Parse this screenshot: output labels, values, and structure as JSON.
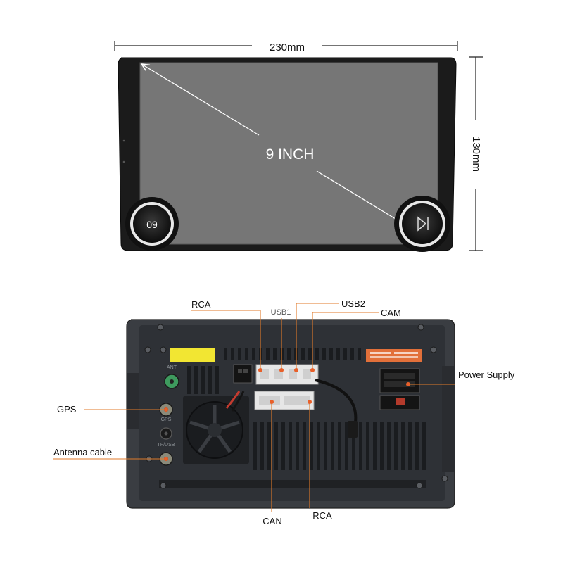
{
  "front_view": {
    "width_label": "230mm",
    "height_label": "130mm",
    "screen_size_label": "9 INCH",
    "left_knob_text": "09"
  },
  "back_view": {
    "callouts": {
      "rca_top": "RCA",
      "usb1": "USB1",
      "usb2": "USB2",
      "cam": "CAM",
      "power_supply": "Power Supply",
      "gps": "GPS",
      "antenna_cable": "Antenna cable",
      "can": "CAN",
      "rca_bottom": "RCA"
    },
    "port_labels": {
      "ant": "ANT",
      "gps_port": "GPS",
      "tf": "TF/USB"
    },
    "colors": {
      "callout_line": "#e07a2a",
      "callout_dot": "#e8602a",
      "sticker_yellow": "#f2e632",
      "sticker_orange": "#e2703a"
    }
  }
}
